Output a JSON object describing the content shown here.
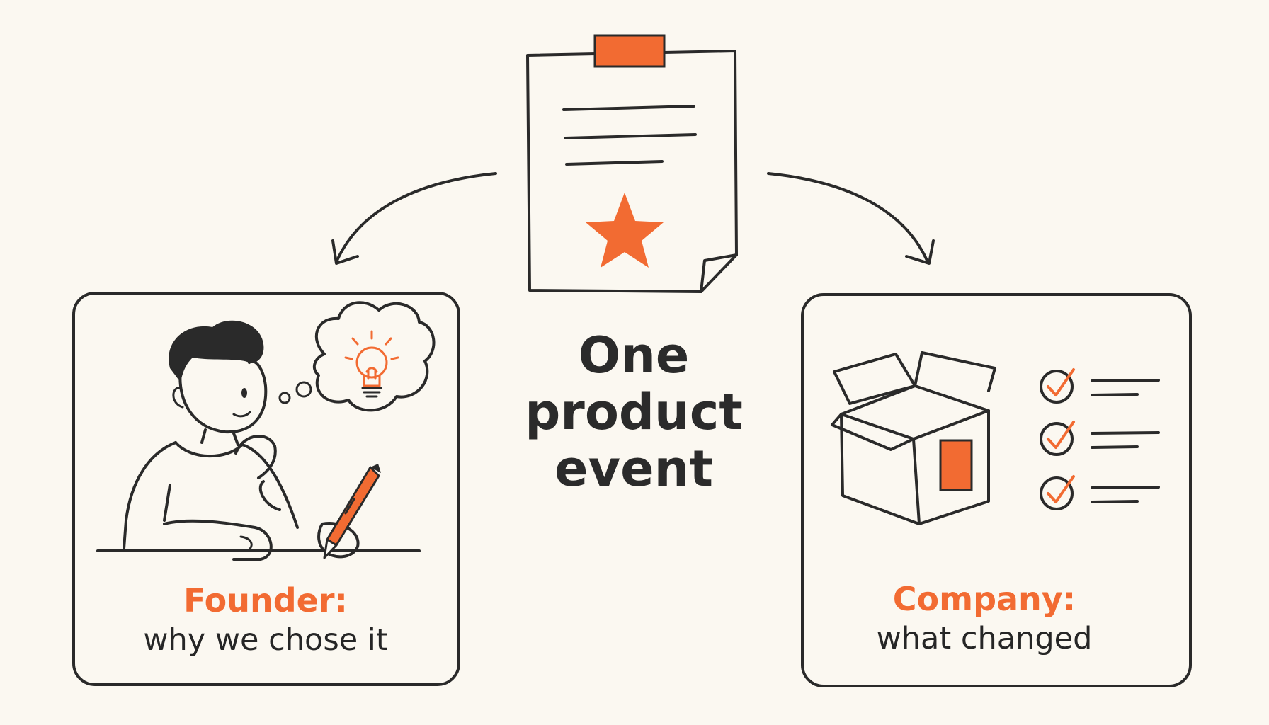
{
  "colors": {
    "accent": "#f26b32",
    "ink": "#2a2a2a",
    "background": "#fbf8f1"
  },
  "center": {
    "title_lines": [
      "One",
      "product",
      "event"
    ],
    "icon": "document-star-icon"
  },
  "founder": {
    "title": "Founder:",
    "subtitle": "why we chose it",
    "icons": [
      "person-thinking-icon",
      "lightbulb-icon",
      "pencil-icon"
    ]
  },
  "company": {
    "title": "Company:",
    "subtitle": "what changed",
    "icons": [
      "open-box-icon",
      "checklist-icon"
    ]
  }
}
